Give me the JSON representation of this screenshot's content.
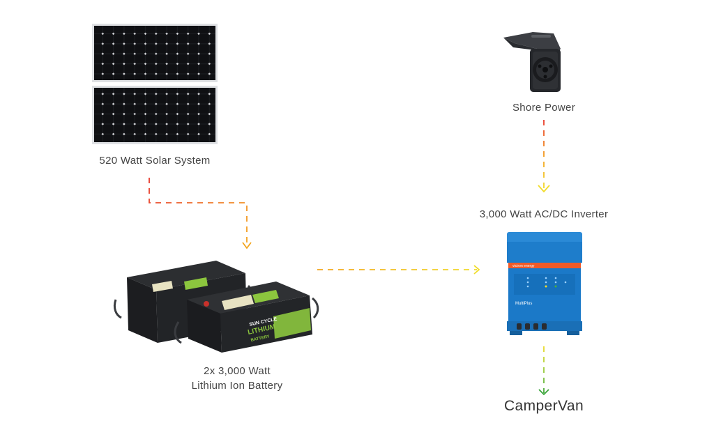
{
  "nodes": {
    "solar": {
      "label": "520 Watt Solar System"
    },
    "shore": {
      "label": "Shore Power"
    },
    "inverter": {
      "label": "3,000 Watt AC/DC Inverter",
      "brand": "victron energy",
      "model": "MultiPlus"
    },
    "battery": {
      "label_line1": "2x 3,000 Watt",
      "label_line2": "Lithium Ion Battery",
      "brand_line1": "SUN CYCLE",
      "brand_line2": "LITHIUM",
      "brand_line3": "BATTERY"
    },
    "campervan": {
      "label": "CamperVan"
    }
  },
  "colors": {
    "red": "#e8372b",
    "orange": "#f39a1e",
    "yellow": "#f2dc2a",
    "green": "#4caf3b",
    "inverter_blue": "#1b79c8",
    "battery_green": "#8cc63e"
  }
}
